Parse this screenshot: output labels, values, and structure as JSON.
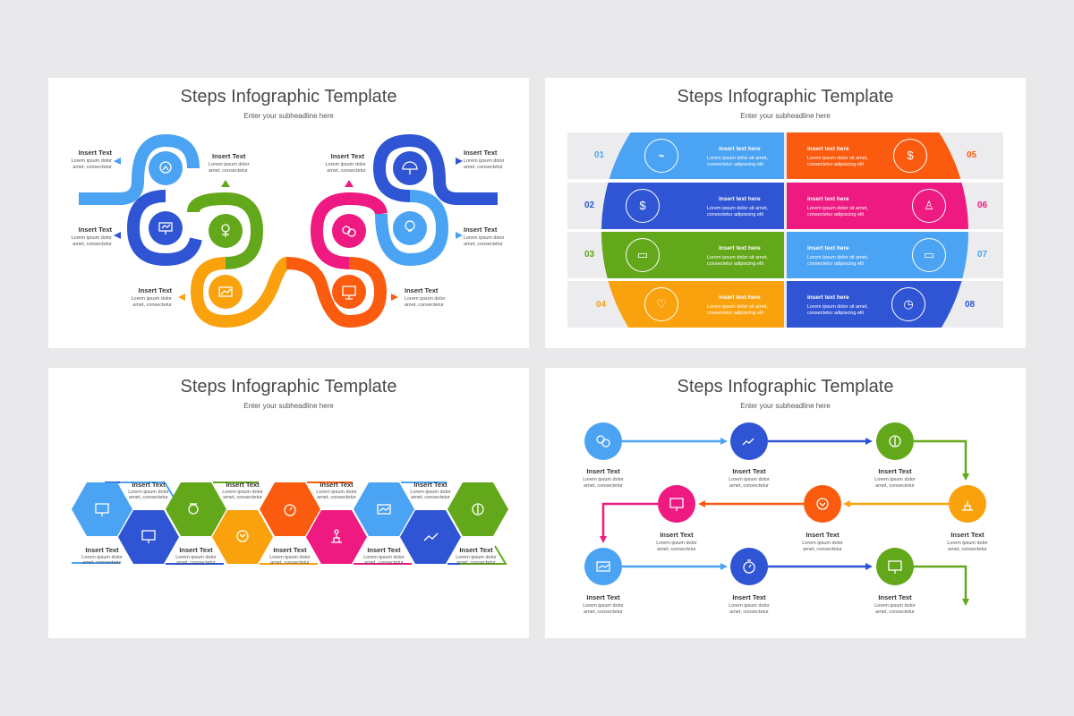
{
  "colors": {
    "light_blue": "#4ba3f3",
    "blue": "#2f55d4",
    "green": "#63a81b",
    "yellow": "#f9a20e",
    "orange": "#fa5b0f",
    "pink": "#ee1a82",
    "bg": "#e9e8ea"
  },
  "title": "Steps Infographic Template",
  "subtitle": "Enter your subheadline here",
  "insert_text": "Insert Text",
  "desc_line1": "Lorem ipsum dolor",
  "desc_line2": "amet, consectetur",
  "slide2": {
    "numbers": [
      "01",
      "02",
      "03",
      "04",
      "05",
      "06",
      "07",
      "08"
    ],
    "band_title": "insert text here",
    "band_line1": "Lorem ipsum dolor sit amet,",
    "band_line2": "consectetur adipiscing elit"
  },
  "icons": [
    "chart-icon",
    "coins-icon",
    "monitor-icon",
    "heart-hand-icon",
    "money-bag-icon",
    "stamp-icon",
    "presentation-icon",
    "stopwatch-icon",
    "bulb-icon",
    "umbrella-icon"
  ]
}
